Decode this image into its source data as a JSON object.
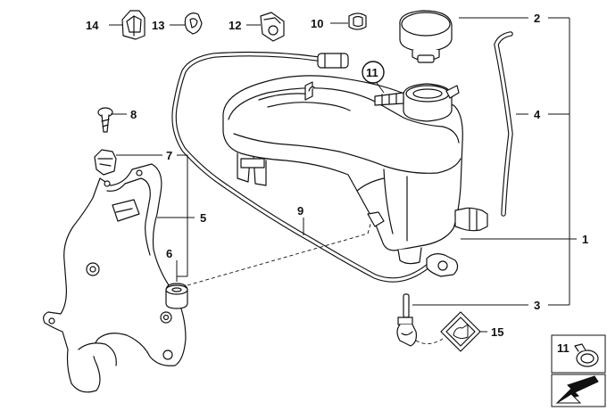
{
  "callouts": {
    "c1": "1",
    "c2": "2",
    "c3": "3",
    "c4": "4",
    "c5": "5",
    "c6": "6",
    "c7": "7",
    "c8": "8",
    "c9": "9",
    "c10": "10",
    "c11": "11",
    "c12": "12",
    "c13": "13",
    "c14": "14",
    "c15": "15"
  },
  "legend": {
    "item_number": "11"
  },
  "colors": {
    "line": "#111111",
    "background": "#ffffff"
  }
}
